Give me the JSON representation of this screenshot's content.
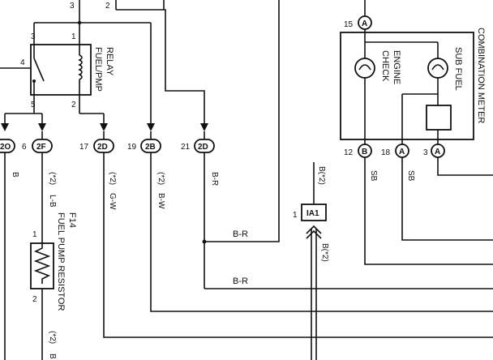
{
  "relay": {
    "label_line1": "FUEL/PMP",
    "label_line2": "RELAY",
    "pin1": "1",
    "pin2": "2",
    "pin3": "3",
    "pin4": "4",
    "pin5": "5"
  },
  "top_pins": {
    "left": "3",
    "mid": "2"
  },
  "connectors_bottom": [
    {
      "num": "",
      "id": "2O",
      "wire": "B"
    },
    {
      "num": "6",
      "id": "2F",
      "wire": "L-B",
      "note": "(*2)"
    },
    {
      "num": "17",
      "id": "2D",
      "wire": "G-W",
      "note": "(*2)"
    },
    {
      "num": "19",
      "id": "2B",
      "wire": "B-W",
      "note": "(*2)"
    },
    {
      "num": "21",
      "id": "2D",
      "wire": "B-R"
    }
  ],
  "resistor": {
    "ref": "F14",
    "name": "FUEL PUMP RESISTOR",
    "pin1": "1",
    "pin2": "2",
    "note": "(*2)",
    "wire": "B"
  },
  "junction": {
    "pin": "1",
    "id": "IA1",
    "wire_top": "B(*2)",
    "wire_bottom": "B(*2)"
  },
  "wire_labels": {
    "br_upper": "B-R",
    "br_lower": "B-R"
  },
  "meter": {
    "title": "COMBINATION METER",
    "check_engine_1": "CHECK",
    "check_engine_2": "ENGINE",
    "sub_fuel": "SUB FUEL",
    "pin15": "15",
    "pin15_id": "A",
    "pin12": "12",
    "pin12_id": "B",
    "pin18": "18",
    "pin18_id": "A",
    "pin3": "3",
    "pin3_id": "A",
    "wire12": "SB",
    "wire18": "SB"
  }
}
